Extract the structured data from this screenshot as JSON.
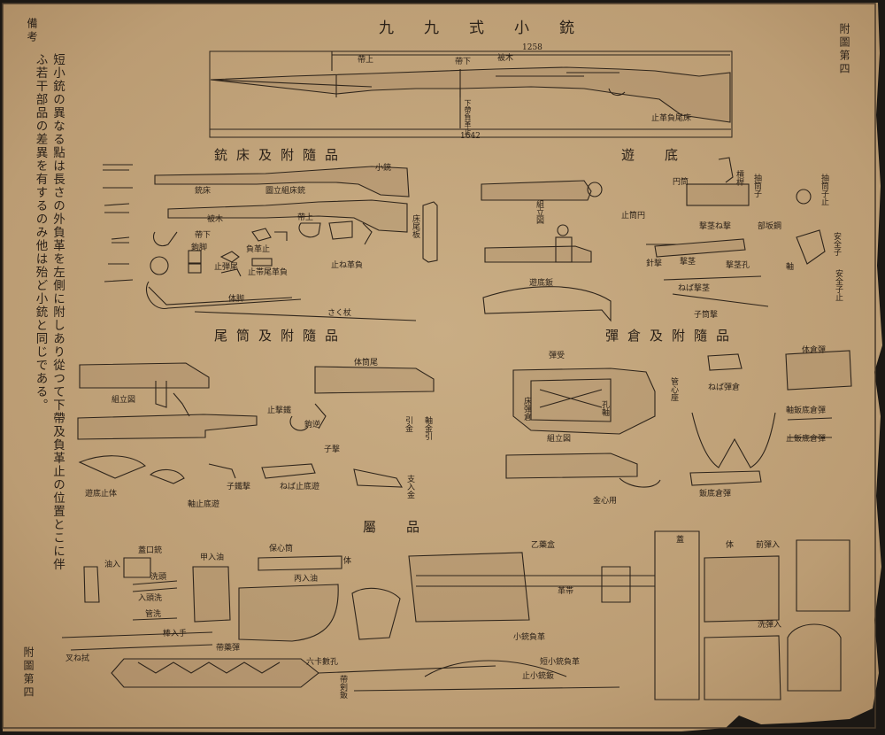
{
  "title": "九九式小銃",
  "side": {
    "right_appendix": "附圖第四",
    "left_appendix": "附圖第四",
    "remarks_heading": "備考",
    "remarks_text": "短小銃の異なる點は長さの外負革を左側に附しあり從つて下帶及負革止の位置とこに伴ふ若干部品の差異を有するのみ他は殆ど小銃と同じである。"
  },
  "rifle": {
    "dim_short": "1258",
    "dim_long": "1642",
    "labels": [
      "帶上",
      "帶下",
      "被木",
      "下帶負革止",
      "止革負尾床"
    ]
  },
  "sections": {
    "stock": "銃床及附隨品",
    "bolt": "遊底",
    "receiver": "尾筒及附隨品",
    "magazine": "彈倉及附隨品",
    "accessories": "屬品"
  },
  "stock_labels": [
    "小銃",
    "銃床",
    "圖立組床銃",
    "被木",
    "床尾板",
    "帶下",
    "鉤脚",
    "負革止",
    "止弾尾",
    "止帯尾革負",
    "体脚",
    "さく杖",
    "止ね革負",
    "帶上"
  ],
  "bolt_labels": [
    "円筒",
    "撃茎ね撃",
    "撃茎",
    "針撃",
    "撃茎孔",
    "止筒円",
    "組立図",
    "遊底鈑",
    "ねば撃茎",
    "子筒撃",
    "安全子",
    "安全子止",
    "槓桿",
    "部坂鋼",
    "抽筒子止",
    "抽筒子",
    "軸"
  ],
  "receiver_labels": [
    "体筒尾",
    "組立図",
    "止撃鐵",
    "引金",
    "子撃",
    "鉤逆",
    "軸金引",
    "遊底止体",
    "子鐵撃",
    "軸止底遊",
    "ねば止底遊",
    "支入金"
  ],
  "magazine_labels": [
    "彈受",
    "ねば彈倉",
    "床彈倉",
    "鈑底倉彈",
    "体倉彈",
    "軸鈑底倉彈",
    "止鈑底倉彈",
    "組立図",
    "管心座",
    "孔軸",
    "金心用"
  ],
  "accessory_labels": [
    "油入",
    "蓋口銃",
    "洗頭",
    "入頭洗",
    "管洗",
    "棒入手",
    "叉ね拭",
    "甲入油",
    "保心筒",
    "体",
    "丙入油",
    "乙藥盒",
    "帶藥彈",
    "六卡數孔",
    "帶剣鈑",
    "革帯",
    "小銃負革",
    "止小銃鈑",
    "短小銃負革",
    "蓋",
    "体",
    "前彈入",
    "洗彈入"
  ]
}
